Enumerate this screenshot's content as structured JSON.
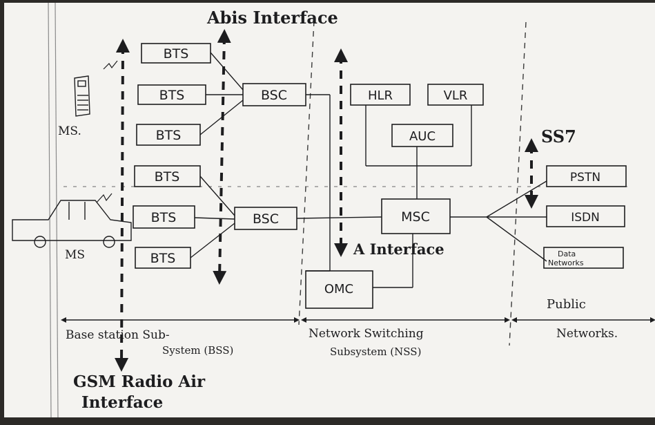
{
  "labels": {
    "abis_interface": "Abis Interface",
    "a_interface": "A Interface",
    "ss7": "SS7",
    "ms_top": "MS.",
    "ms_bottom": "MS",
    "gsm_line1": "GSM Radio Air",
    "gsm_line2": "Interface",
    "public": "Public",
    "networks": "Networks.",
    "bss_line1": "Base station Sub-",
    "bss_line2": "System (BSS)",
    "nss_line1": "Network Switching",
    "nss_line2": "Subsystem (NSS)"
  },
  "nodes": {
    "bts1": "BTS",
    "bts2": "BTS",
    "bts3": "BTS",
    "bts4": "BTS",
    "bts5": "BTS",
    "bts6": "BTS",
    "bsc_top": "BSC",
    "bsc_bottom": "BSC",
    "hlr": "HLR",
    "vlr": "VLR",
    "auc": "AUC",
    "msc": "MSC",
    "omc": "OMC",
    "pstn": "PSTN",
    "isdn": "ISDN",
    "data_line1": "Data",
    "data_line2": "Networks"
  },
  "colors": {
    "paper": "#f4f3f0",
    "ink": "#1d1d1f",
    "background": "#2c2a27"
  },
  "icons": {
    "phone": "mobile-phone-icon",
    "car": "car-icon"
  }
}
